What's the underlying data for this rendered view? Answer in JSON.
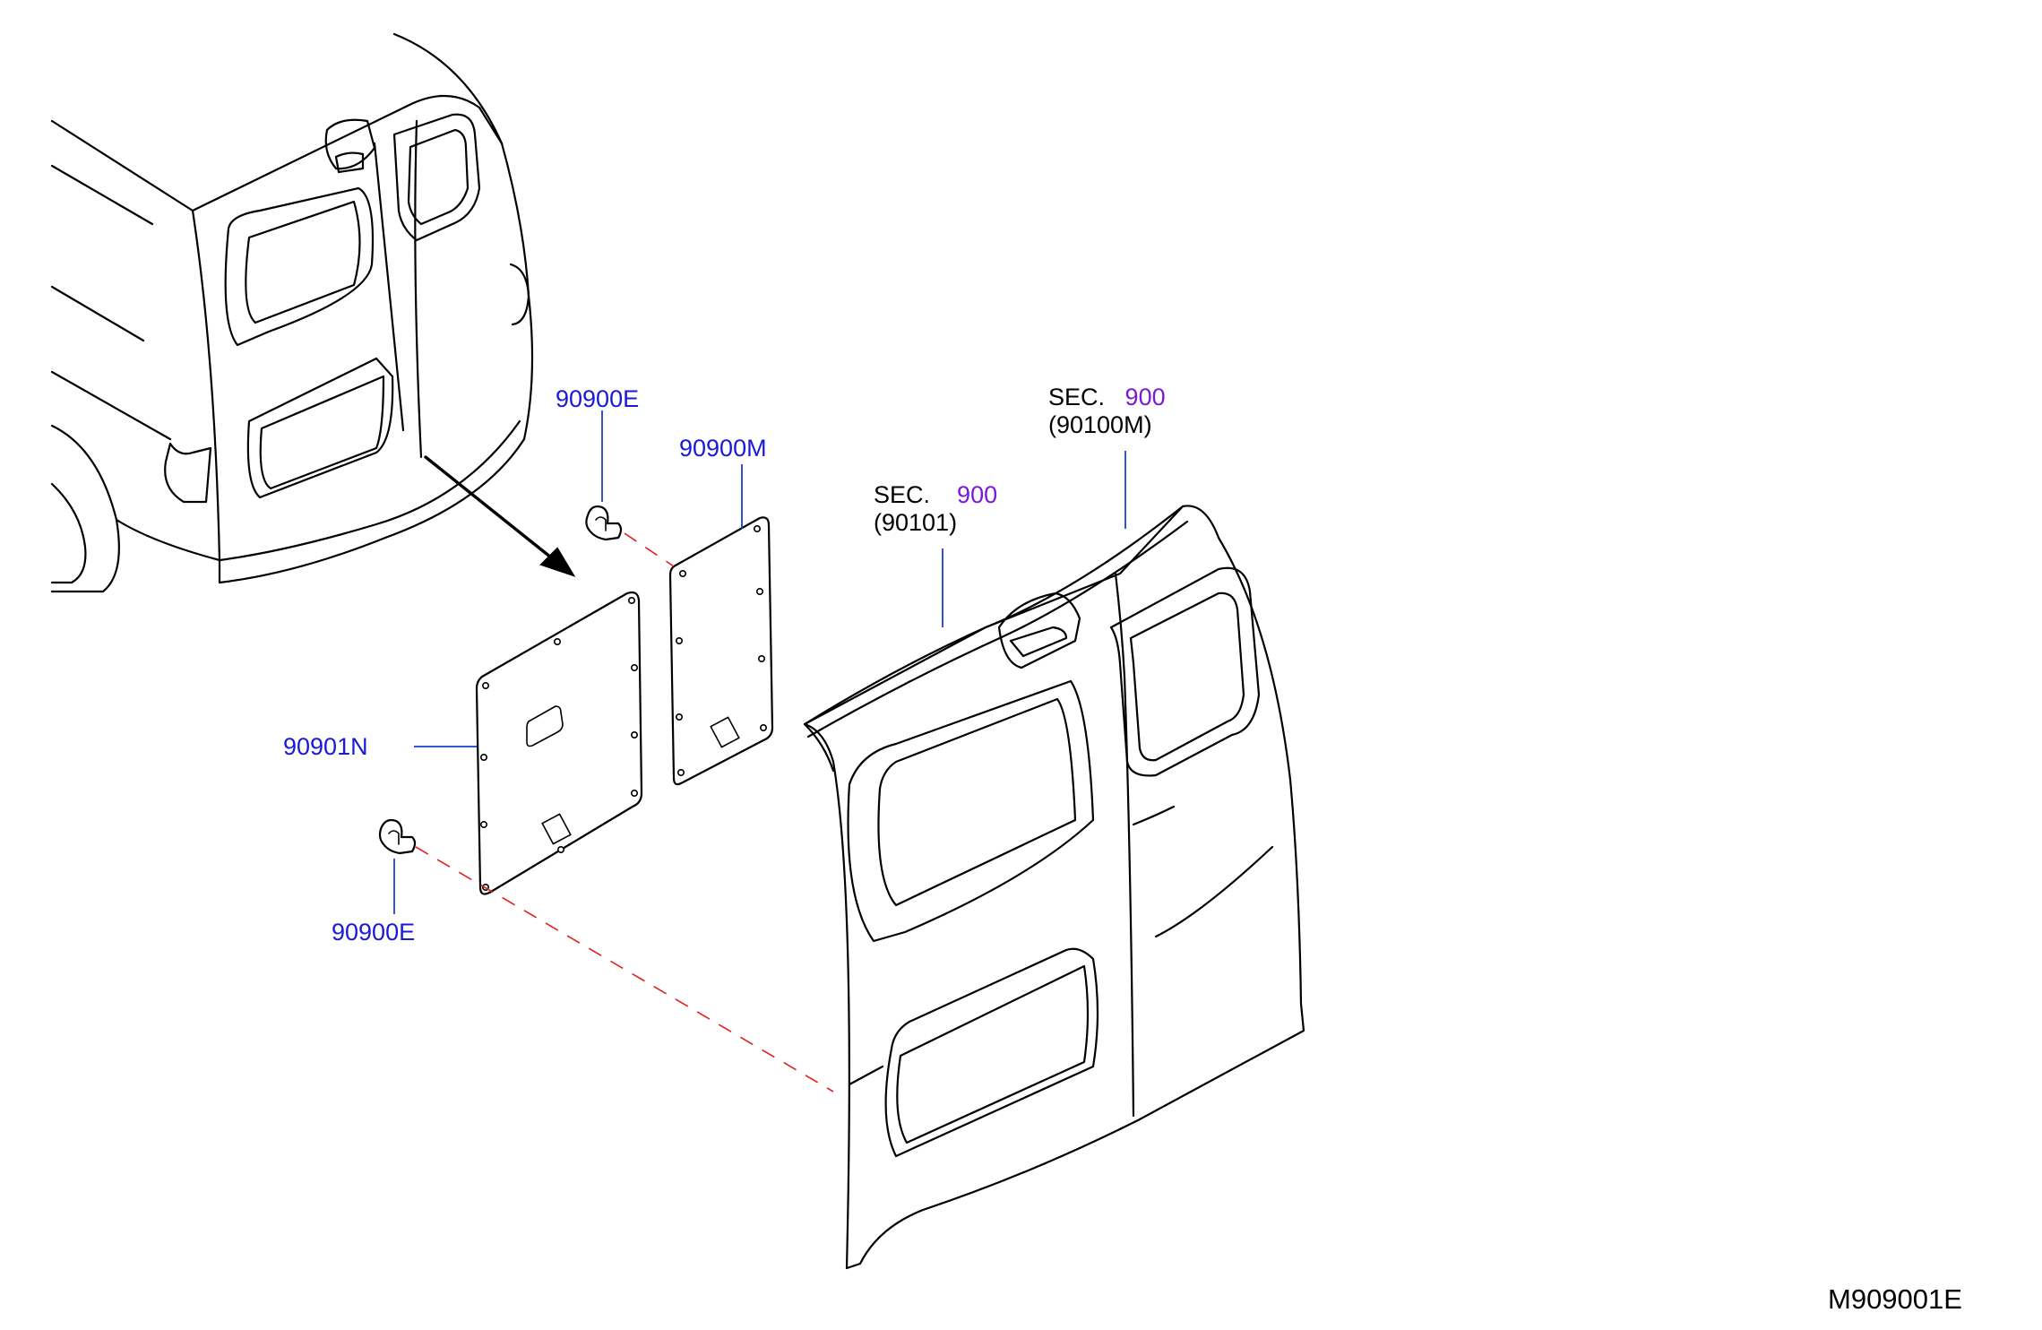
{
  "labels": {
    "clip_upper": "90900E",
    "clip_lower": "90900E",
    "finisher_small": "90900M",
    "finisher_large": "90901N",
    "sec_door": {
      "word": "SEC.",
      "number": "900",
      "ref": "(90101)"
    },
    "sec_trim": {
      "word": "SEC.",
      "number": "900",
      "ref": "(90100M)"
    }
  },
  "diagram_code": "M909001E",
  "colors": {
    "part_number": "#1a1ad6",
    "section_number": "#7a1ad6",
    "leader_line": "#1a3fcf",
    "dashed_assembly_line": "#e02020",
    "line_art": "#000000"
  }
}
